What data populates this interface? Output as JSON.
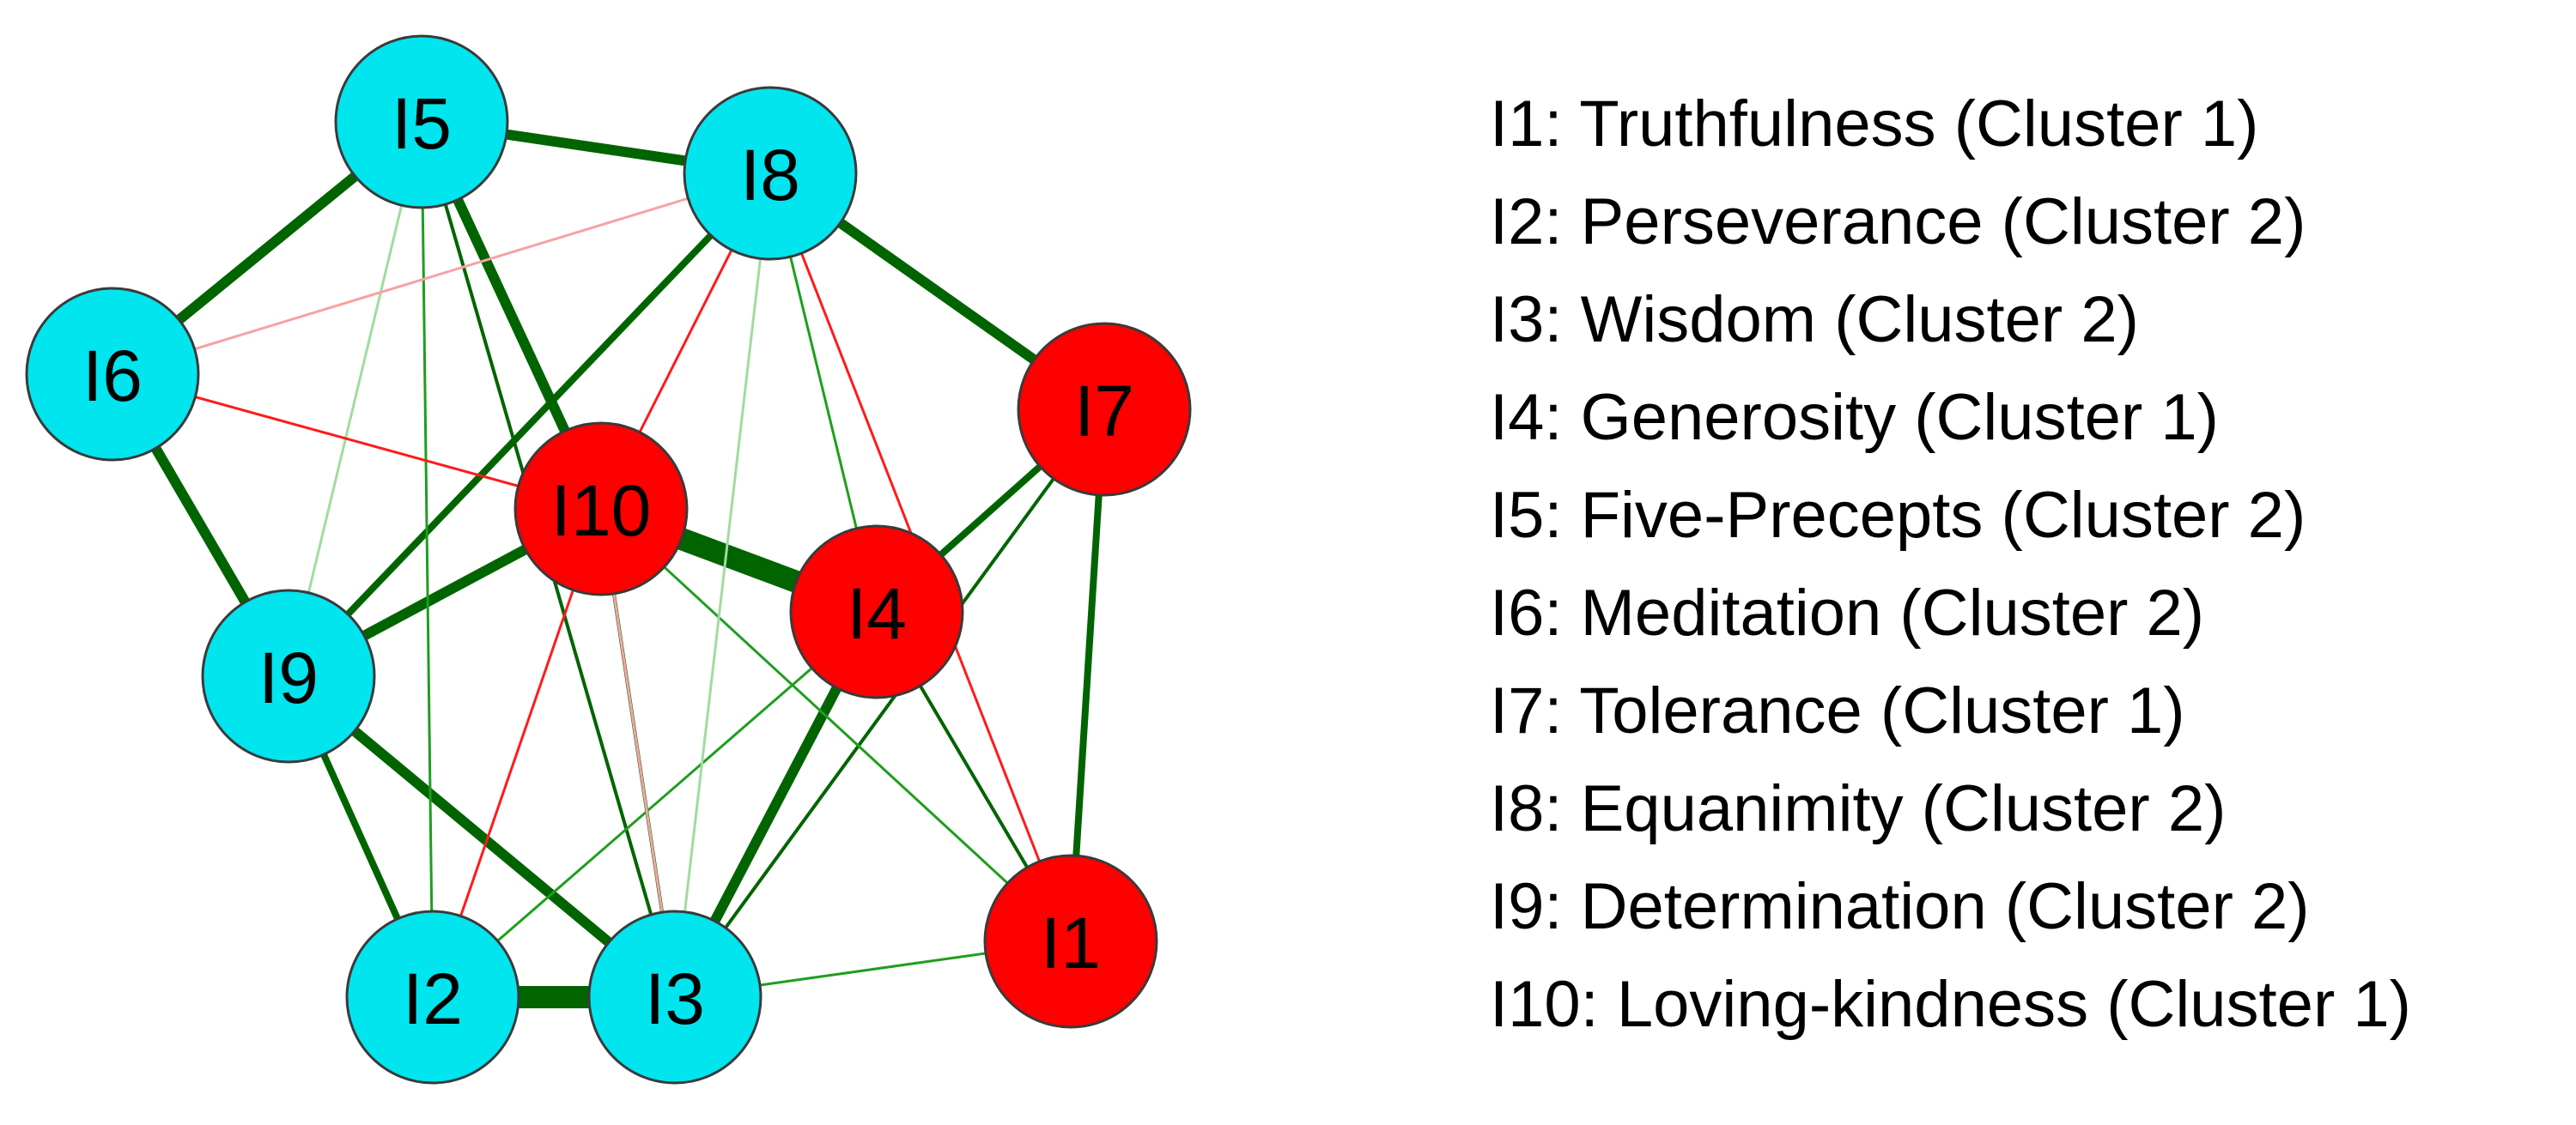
{
  "colors": {
    "cluster_1": "#ff0000",
    "cluster_2": "#00e5ee",
    "positive_strong": "#006400",
    "positive_medium": "#1e9e1e",
    "positive_weak": "#9fdca0",
    "negative_medium": "#ff1a1a",
    "negative_weak": "#f5a3a3",
    "node_border": "#3a3a3a"
  },
  "nodes": [
    {
      "id": "I1",
      "label": "I1",
      "cluster": 1
    },
    {
      "id": "I2",
      "label": "I2",
      "cluster": 2
    },
    {
      "id": "I3",
      "label": "I3",
      "cluster": 2
    },
    {
      "id": "I4",
      "label": "I4",
      "cluster": 1
    },
    {
      "id": "I5",
      "label": "I5",
      "cluster": 2
    },
    {
      "id": "I6",
      "label": "I6",
      "cluster": 2
    },
    {
      "id": "I7",
      "label": "I7",
      "cluster": 1
    },
    {
      "id": "I8",
      "label": "I8",
      "cluster": 2
    },
    {
      "id": "I9",
      "label": "I9",
      "cluster": 2
    },
    {
      "id": "I10",
      "label": "I10",
      "cluster": 1
    }
  ],
  "edges": [
    {
      "source": "I10",
      "target": "I4",
      "sign": "positive",
      "strength": "very-strong"
    },
    {
      "source": "I2",
      "target": "I3",
      "sign": "positive",
      "strength": "very-strong"
    },
    {
      "source": "I5",
      "target": "I8",
      "sign": "positive",
      "strength": "strong"
    },
    {
      "source": "I5",
      "target": "I6",
      "sign": "positive",
      "strength": "strong"
    },
    {
      "source": "I6",
      "target": "I9",
      "sign": "positive",
      "strength": "strong"
    },
    {
      "source": "I8",
      "target": "I7",
      "sign": "positive",
      "strength": "strong"
    },
    {
      "source": "I9",
      "target": "I10",
      "sign": "positive",
      "strength": "strong"
    },
    {
      "source": "I9",
      "target": "I3",
      "sign": "positive",
      "strength": "strong"
    },
    {
      "source": "I4",
      "target": "I3",
      "sign": "positive",
      "strength": "strong"
    },
    {
      "source": "I5",
      "target": "I10",
      "sign": "positive",
      "strength": "strong"
    },
    {
      "source": "I7",
      "target": "I4",
      "sign": "positive",
      "strength": "medium-strong"
    },
    {
      "source": "I7",
      "target": "I1",
      "sign": "positive",
      "strength": "medium-strong"
    },
    {
      "source": "I9",
      "target": "I2",
      "sign": "positive",
      "strength": "medium-strong"
    },
    {
      "source": "I8",
      "target": "I9",
      "sign": "positive",
      "strength": "medium-strong"
    },
    {
      "source": "I5",
      "target": "I3",
      "sign": "positive",
      "strength": "medium"
    },
    {
      "source": "I10",
      "target": "I3",
      "sign": "positive",
      "strength": "medium"
    },
    {
      "source": "I7",
      "target": "I3",
      "sign": "positive",
      "strength": "medium"
    },
    {
      "source": "I4",
      "target": "I1",
      "sign": "positive",
      "strength": "medium"
    },
    {
      "source": "I5",
      "target": "I2",
      "sign": "positive",
      "strength": "light"
    },
    {
      "source": "I3",
      "target": "I1",
      "sign": "positive",
      "strength": "light"
    },
    {
      "source": "I10",
      "target": "I1",
      "sign": "positive",
      "strength": "light"
    },
    {
      "source": "I8",
      "target": "I4",
      "sign": "positive",
      "strength": "light"
    },
    {
      "source": "I4",
      "target": "I2",
      "sign": "positive",
      "strength": "light"
    },
    {
      "source": "I5",
      "target": "I9",
      "sign": "positive",
      "strength": "faint"
    },
    {
      "source": "I8",
      "target": "I3",
      "sign": "positive",
      "strength": "faint"
    },
    {
      "source": "I6",
      "target": "I10",
      "sign": "negative",
      "strength": "medium"
    },
    {
      "source": "I8",
      "target": "I10",
      "sign": "negative",
      "strength": "medium"
    },
    {
      "source": "I8",
      "target": "I1",
      "sign": "negative",
      "strength": "medium"
    },
    {
      "source": "I10",
      "target": "I2",
      "sign": "negative",
      "strength": "medium"
    },
    {
      "source": "I6",
      "target": "I8",
      "sign": "negative",
      "strength": "faint"
    },
    {
      "source": "I10",
      "target": "I3",
      "sign": "negative",
      "strength": "faint"
    }
  ],
  "legend": [
    "I1: Truthfulness (Cluster 1)",
    "I2: Perseverance (Cluster 2)",
    "I3: Wisdom (Cluster 2)",
    "I4: Generosity (Cluster 1)",
    "I5: Five-Precepts (Cluster 2)",
    "I6: Meditation (Cluster 2)",
    "I7: Tolerance (Cluster 1)",
    "I8: Equanimity (Cluster 2)",
    "I9: Determination (Cluster 2)",
    "I10: Loving-kindness (Cluster 1)"
  ]
}
